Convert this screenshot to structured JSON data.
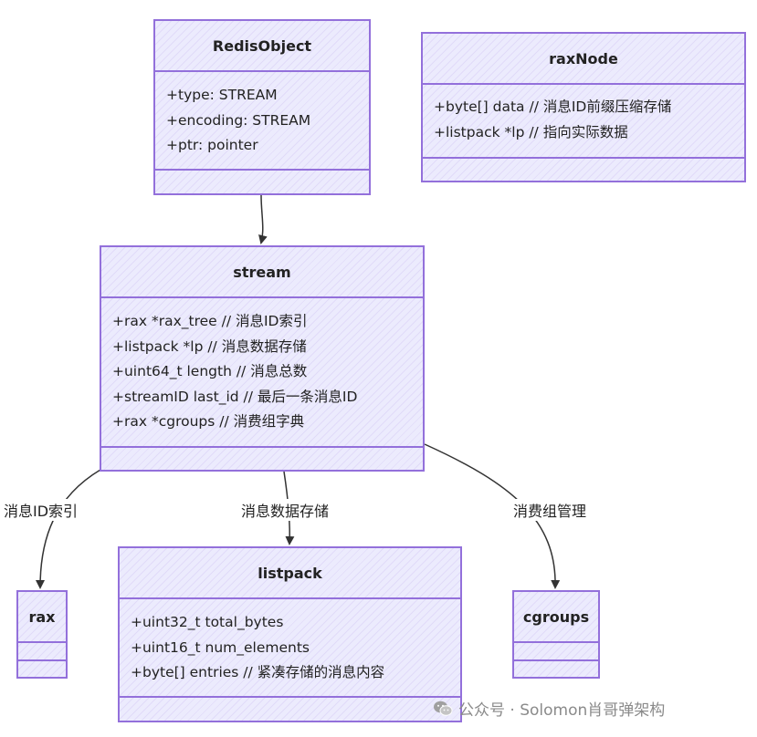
{
  "nodes": {
    "redisobject": {
      "title": "RedisObject",
      "attributes": [
        "+type: STREAM",
        "+encoding: STREAM",
        "+ptr: pointer"
      ]
    },
    "raxnode": {
      "title": "raxNode",
      "attributes": [
        "+byte[] data // 消息ID前缀压缩存储",
        "+listpack *lp // 指向实际数据"
      ]
    },
    "stream": {
      "title": "stream",
      "attributes": [
        "+rax *rax_tree // 消息ID索引",
        "+listpack *lp // 消息数据存储",
        "+uint64_t length // 消息总数",
        "+streamID last_id // 最后一条消息ID",
        "+rax *cgroups // 消费组字典"
      ]
    },
    "rax": {
      "title": "rax",
      "attributes": []
    },
    "listpack": {
      "title": "listpack",
      "attributes": [
        "+uint32_t total_bytes",
        "+uint16_t num_elements",
        "+byte[] entries // 紧凑存储的消息内容"
      ]
    },
    "cgroups": {
      "title": "cgroups",
      "attributes": []
    }
  },
  "edges": [
    {
      "from": "RedisObject",
      "to": "stream",
      "label": ""
    },
    {
      "from": "stream",
      "to": "rax",
      "label": "消息ID索引"
    },
    {
      "from": "stream",
      "to": "listpack",
      "label": "消息数据存储"
    },
    {
      "from": "stream",
      "to": "cgroups",
      "label": "消费组管理"
    }
  ],
  "watermark": {
    "icon": "wechat-icon",
    "text": "公众号 · Solomon肖哥弹架构"
  },
  "colors": {
    "border": "#9370db",
    "fill": "#ecebfd",
    "edge": "#333333"
  }
}
